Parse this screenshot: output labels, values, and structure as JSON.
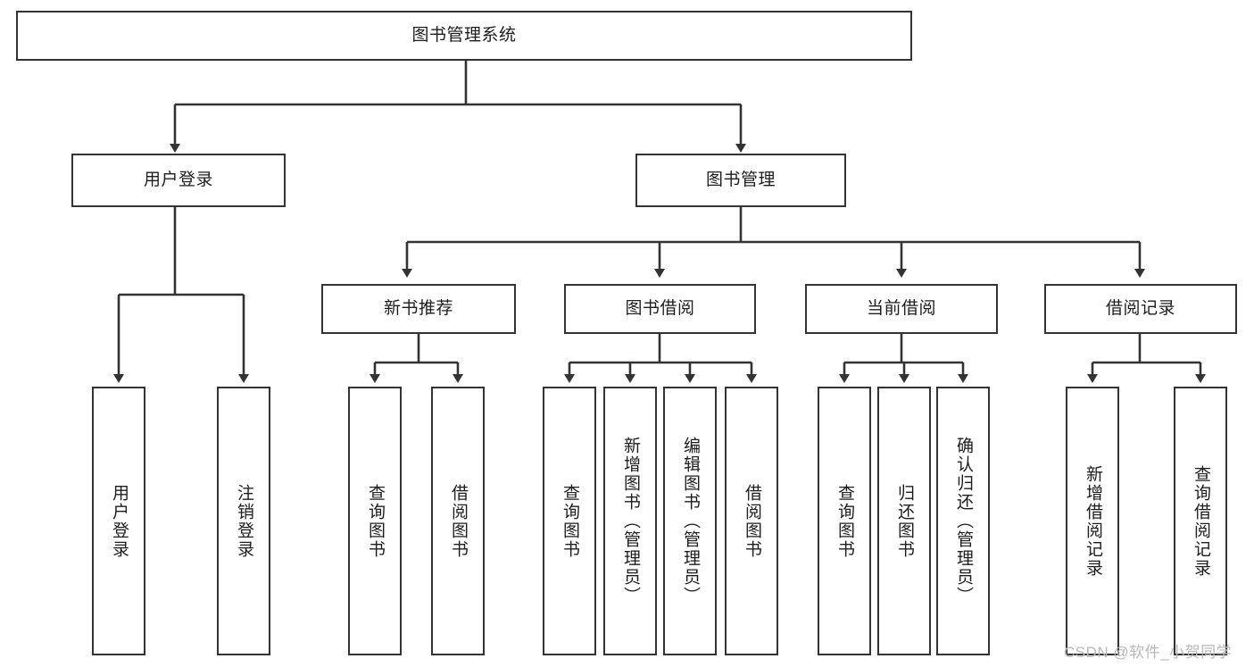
{
  "diagram": {
    "type": "hierarchy-tree",
    "title": "图书管理系统",
    "background_color": "#ffffff",
    "box_border_color": "#333333",
    "connector_color": "#333333",
    "root": {
      "id": "root",
      "label": "图书管理系统"
    },
    "level2": [
      {
        "id": "user-login",
        "label": "用户登录"
      },
      {
        "id": "book-manage",
        "label": "图书管理"
      }
    ],
    "level3": [
      {
        "id": "new-book-recommend",
        "label": "新书推荐"
      },
      {
        "id": "book-borrow",
        "label": "图书借阅"
      },
      {
        "id": "current-borrow",
        "label": "当前借阅"
      },
      {
        "id": "borrow-record",
        "label": "借阅记录"
      }
    ],
    "leaves": {
      "user_login": [
        {
          "id": "leaf-user-login",
          "label": "用户登录"
        },
        {
          "id": "leaf-logout-login",
          "label": "注销登录"
        }
      ],
      "new_book_recommend": [
        {
          "id": "leaf-query-book-1",
          "label": "查询图书"
        },
        {
          "id": "leaf-borrow-book-1",
          "label": "借阅图书"
        }
      ],
      "book_borrow": [
        {
          "id": "leaf-query-book-2",
          "label": "查询图书"
        },
        {
          "id": "leaf-add-book",
          "label": "新增图书（管理员）"
        },
        {
          "id": "leaf-edit-book",
          "label": "编辑图书（管理员）"
        },
        {
          "id": "leaf-borrow-book-2",
          "label": "借阅图书"
        }
      ],
      "current_borrow": [
        {
          "id": "leaf-query-book-3",
          "label": "查询图书"
        },
        {
          "id": "leaf-return-book",
          "label": "归还图书"
        },
        {
          "id": "leaf-confirm-return",
          "label": "确认归还（管理员）"
        }
      ],
      "borrow_record": [
        {
          "id": "leaf-add-record",
          "label": "新增借阅记录"
        },
        {
          "id": "leaf-query-record",
          "label": "查询借阅记录"
        }
      ]
    }
  },
  "watermark": {
    "text": "CSDN @软件_小贺同学"
  }
}
